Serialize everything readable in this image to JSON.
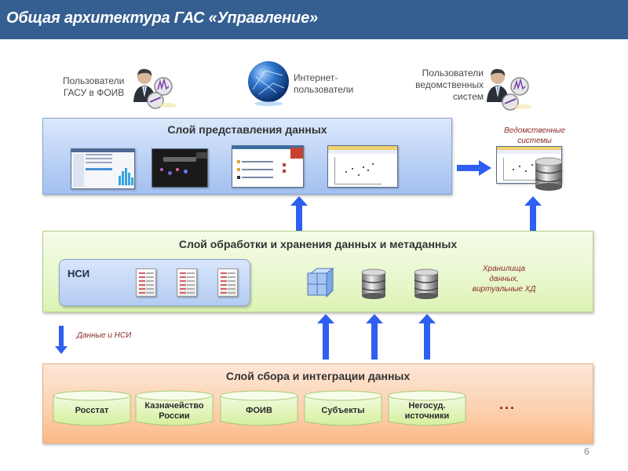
{
  "header": {
    "title": "Общая архитектура ГАС «Управление»",
    "bg_color": "#355f91"
  },
  "users": {
    "gasu": {
      "line1": "Пользователи",
      "line2": "ГАСУ в ФОИВ",
      "icon": "user-analyst-icon"
    },
    "internet": {
      "line1": "Интернет-",
      "line2": "пользователи",
      "icon": "globe-icon"
    },
    "departmental": {
      "line1": "Пользователи",
      "line2": "ведомственных",
      "line3": "систем",
      "icon": "user-analyst-icon"
    }
  },
  "layers": {
    "presentation": {
      "title": "Слой представления данных",
      "screens": [
        "dashboard-screenshot",
        "dark-chart-screenshot",
        "portal-screenshot",
        "scatter-chart-screenshot"
      ]
    },
    "processing": {
      "title": "Слой обработки и хранения данных и метаданных",
      "nsi": {
        "label": "НСИ",
        "documents": 3
      },
      "storage_note": {
        "line1": "Хранилища",
        "line2": "данных,",
        "line3": "виртуальные ХД"
      }
    },
    "collection": {
      "title": "Слой сбора и интеграции данных",
      "sources": [
        {
          "line1": "Росстат",
          "line2": ""
        },
        {
          "line1": "Казначейство",
          "line2": "России"
        },
        {
          "line1": "ФОИВ",
          "line2": ""
        },
        {
          "line1": "Субъекты",
          "line2": ""
        },
        {
          "line1": "Негосуд.",
          "line2": "источники"
        }
      ],
      "more": "..."
    }
  },
  "departmental_systems": {
    "line1": "Ведомственные",
    "line2": "системы"
  },
  "data_nsi_note": "Данные и НСИ",
  "page_number": "6",
  "colors": {
    "arrow": "#2e5ff0",
    "note_text": "#8b2a2a"
  }
}
